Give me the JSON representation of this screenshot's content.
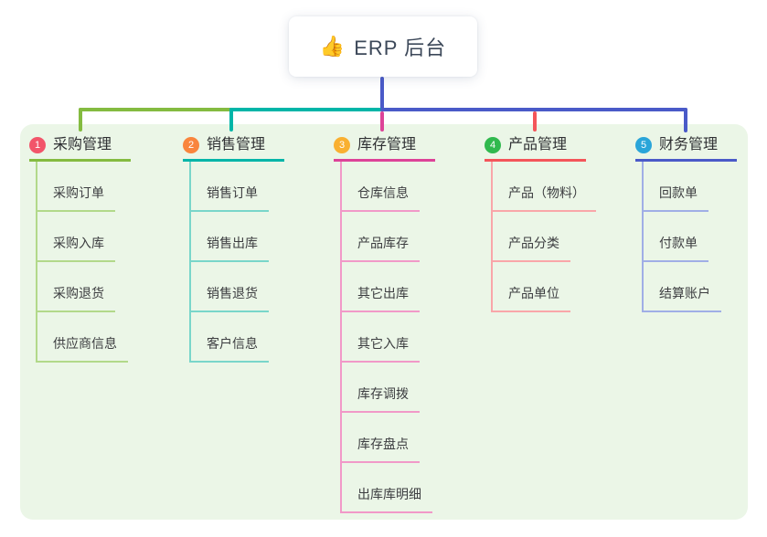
{
  "root": {
    "icon": "👍",
    "label": "ERP 后台",
    "connector_color": "#4a5ac8"
  },
  "panel_bg": "#ebf6e7",
  "branches": [
    {
      "num": "1",
      "label": "采购管理",
      "badge_color": "#f2556a",
      "line_color": "#84bb40",
      "sub_line_color": "#b2d98a",
      "items": [
        "采购订单",
        "采购入库",
        "采购退货",
        "供应商信息"
      ]
    },
    {
      "num": "2",
      "label": "销售管理",
      "badge_color": "#f9853d",
      "line_color": "#00b5a8",
      "sub_line_color": "#79d6ca",
      "items": [
        "销售订单",
        "销售出库",
        "销售退货",
        "客户信息"
      ]
    },
    {
      "num": "3",
      "label": "库存管理",
      "badge_color": "#f9b031",
      "line_color": "#dd4398",
      "sub_line_color": "#f199c8",
      "items": [
        "仓库信息",
        "产品库存",
        "其它出库",
        "其它入库",
        "库存调拨",
        "库存盘点",
        "出库库明细"
      ]
    },
    {
      "num": "4",
      "label": "产品管理",
      "badge_color": "#30b94e",
      "line_color": "#f4555a",
      "sub_line_color": "#f9a6a9",
      "items": [
        "产品（物料）",
        "产品分类",
        "产品单位"
      ]
    },
    {
      "num": "5",
      "label": "财务管理",
      "badge_color": "#2aa5d9",
      "line_color": "#4a5ac8",
      "sub_line_color": "#a0aee6",
      "items": [
        "回款单",
        "付款单",
        "结算账户"
      ]
    }
  ]
}
